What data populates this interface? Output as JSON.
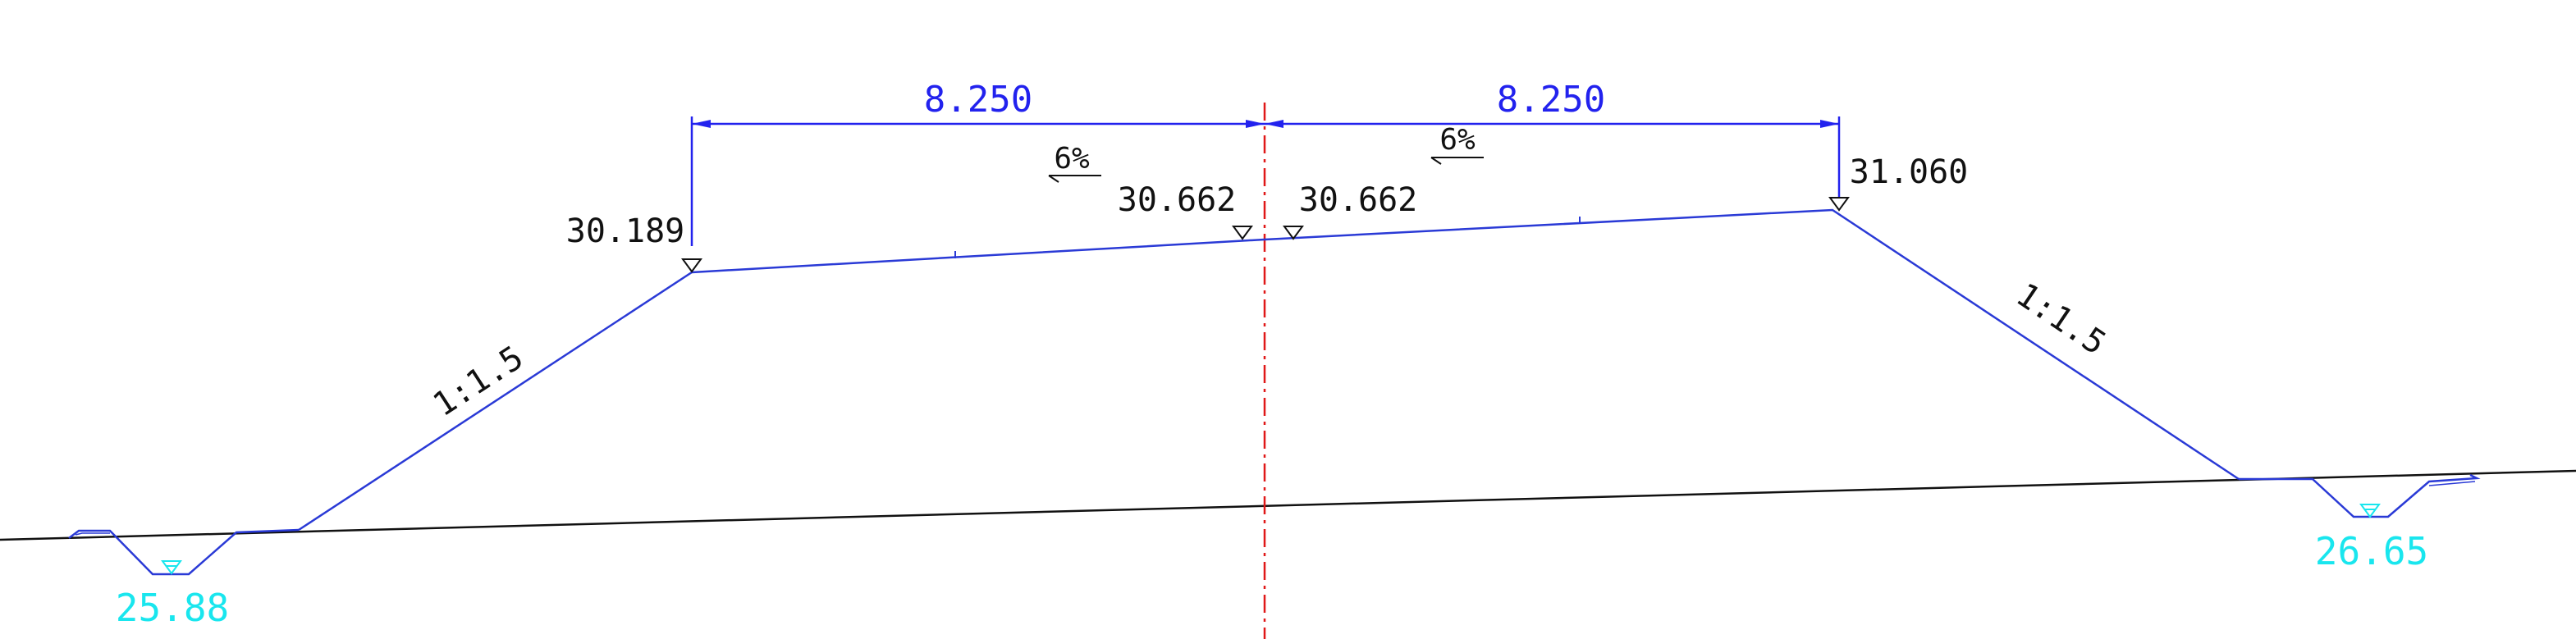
{
  "colors": {
    "background": "#ffffff",
    "design_line": "#2a3ad6",
    "dimension": "#2222ee",
    "ground_line": "#111111",
    "centerline": "#e01818",
    "ditch_level": "#19e6ee",
    "text": "#111111"
  },
  "dimensions": {
    "left_half_width": "8.250",
    "right_half_width": "8.250"
  },
  "crossfall": {
    "left": "6%",
    "right": "6%"
  },
  "elevations": {
    "left_shoulder": "30.189",
    "center_left": "30.662",
    "center_right": "30.662",
    "right_shoulder": "31.060"
  },
  "side_slopes": {
    "left": "1:1.5",
    "right": "1:1.5"
  },
  "ditch_elevations": {
    "left": "25.88",
    "right": "26.65"
  },
  "icons": {
    "level_marker": "inverted-triangle-icon"
  }
}
